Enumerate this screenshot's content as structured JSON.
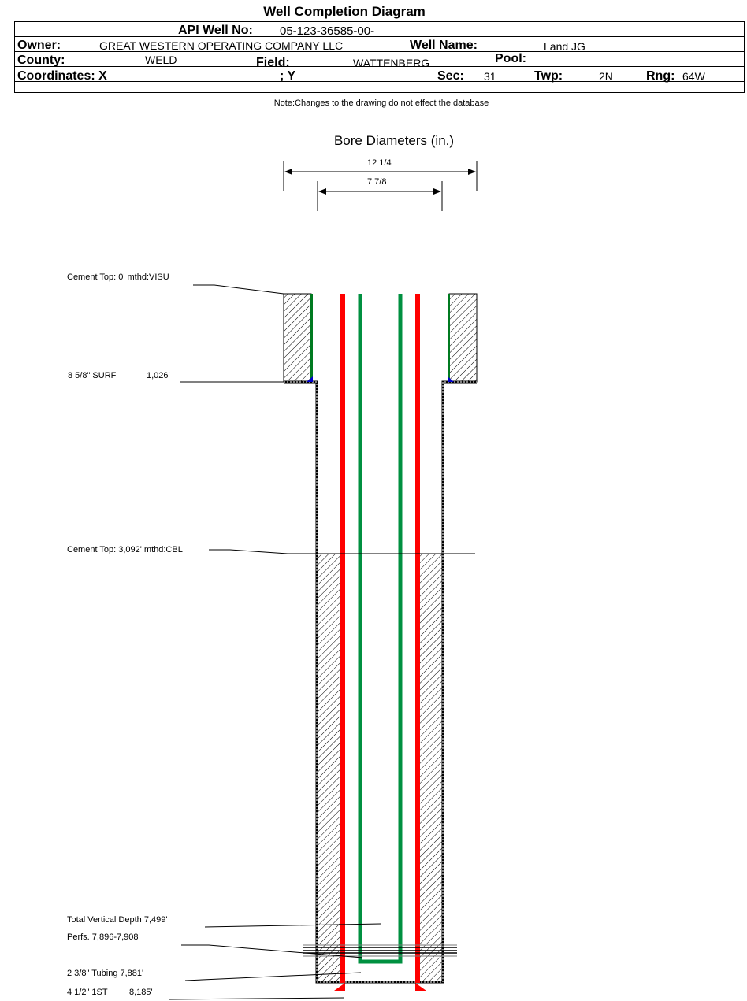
{
  "title": "Well Completion Diagram",
  "header": {
    "api_label": "API Well No:",
    "api_value": "05-123-36585-00-",
    "owner_label": "Owner:",
    "owner_value": "GREAT WESTERN OPERATING COMPANY LLC",
    "well_name_label": "Well Name:",
    "well_name_value": "Land JG",
    "county_label": "County:",
    "county_value": "WELD",
    "field_label": "Field:",
    "field_value": "WATTENBERG",
    "pool_label": "Pool:",
    "coords_label": "Coordinates: X",
    "y_label": "; Y",
    "sec_label": "Sec:",
    "sec_value": "31",
    "twp_label": "Twp:",
    "twp_value": "2N",
    "rng_label": "Rng:",
    "rng_value": "64W"
  },
  "note": "Note:Changes to the drawing do not effect the database",
  "bore": {
    "title": "Bore Diameters (in.)",
    "outer": "12 1/4",
    "inner": "7 7/8"
  },
  "annotations": {
    "cement_top_surface": "Cement Top: 0' mthd:VISU",
    "surf_casing": "8 5/8\" SURF",
    "surf_depth": "1,026'",
    "cement_top_prod": "Cement Top: 3,092' mthd:CBL",
    "tvd": "Total Vertical Depth 7,499'",
    "perfs": "Perfs. 7,896-7,908'",
    "tubing": "2 3/8\" Tubing 7,881'",
    "prod_casing": "4 1/2\" 1ST",
    "prod_depth": "8,185'"
  },
  "colors": {
    "casing": "#ff0000",
    "tubing": "#009040",
    "surface_casing": "#007a20",
    "shoe": "#0000cc"
  }
}
